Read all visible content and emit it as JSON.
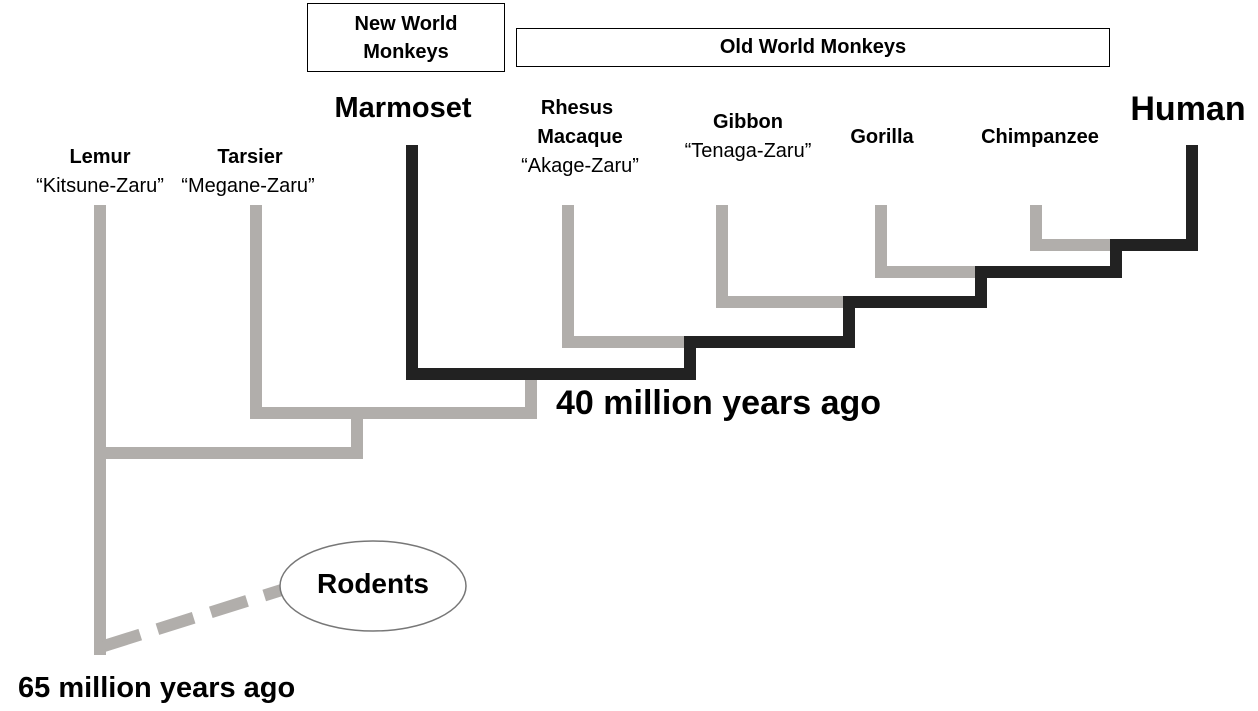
{
  "groups": {
    "new_world": "New World Monkeys",
    "old_world": "Old World Monkeys"
  },
  "species": {
    "lemur": {
      "name": "Lemur",
      "japanese": "“Kitsune-Zaru”"
    },
    "tarsier": {
      "name": "Tarsier",
      "japanese": "“Megane-Zaru”"
    },
    "marmoset": {
      "name": "Marmoset"
    },
    "rhesus": {
      "name_line1": "Rhesus",
      "name_line2": "Macaque",
      "japanese": "“Akage-Zaru”"
    },
    "gibbon": {
      "name": "Gibbon",
      "japanese": "“Tenaga-Zaru”"
    },
    "gorilla": {
      "name": "Gorilla"
    },
    "chimpanzee": {
      "name": "Chimpanzee"
    },
    "human": {
      "name": "Human"
    }
  },
  "outgroup": {
    "label": "Rodents"
  },
  "times": {
    "forty": "40 million years ago",
    "sixty_five": "65 million years ago"
  },
  "colors": {
    "gray_branch": "#b1aeab",
    "black_branch": "#222222"
  }
}
